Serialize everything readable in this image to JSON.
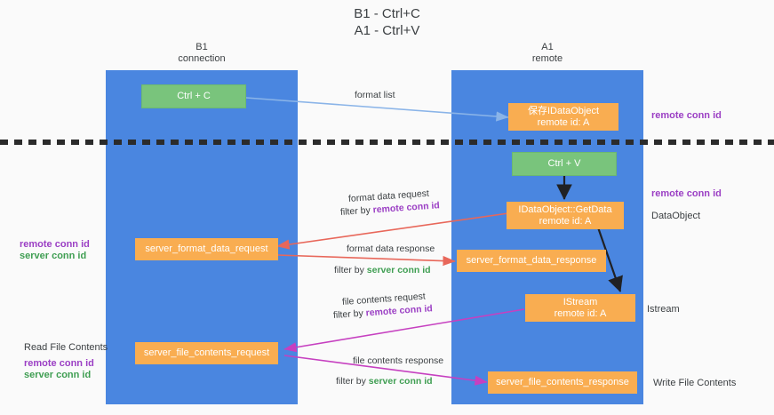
{
  "title": "B1 - Ctrl+C\nA1 - Ctrl+V",
  "lanes": [
    {
      "name": "b1",
      "header": "B1\nconnection"
    },
    {
      "name": "a1",
      "header": "A1\nremote"
    }
  ],
  "boxes": {
    "ctrl_c": "Ctrl + C",
    "ctrl_v": "Ctrl + V",
    "save_idataobject": "保存IDataObject\nremote id: A",
    "idataobject_getdata": "IDataObject::GetData\nremote id: A",
    "istream": "IStream\nremote id: A",
    "server_format_data_request": "server_format_data_request",
    "server_format_data_response": "server_format_data_response",
    "server_file_contents_request": "server_file_contents_request",
    "server_file_contents_response": "server_file_contents_response"
  },
  "captions": {
    "format_list": "format list",
    "format_data_request": "format data request",
    "format_data_request_filter_prefix": "filter by ",
    "format_data_request_filter_key": "remote conn id",
    "format_data_response": "format data response",
    "format_data_response_filter_prefix": "filter by ",
    "format_data_response_filter_key": "server conn id",
    "file_contents_request": "file contents request",
    "file_contents_request_filter_prefix": "filter by ",
    "file_contents_request_filter_key": "remote conn id",
    "file_contents_response": "file contents response",
    "file_contents_response_filter_prefix": "filter by ",
    "file_contents_response_filter_key": "server conn id"
  },
  "annotations": {
    "right_remote_conn_id_top": "remote conn id",
    "right_remote_conn_id_mid": "remote conn id",
    "right_dataobject": "DataObject",
    "right_istream": "Istream",
    "right_write_file_contents": "Write File Contents",
    "left_remote_conn_id_mid": "remote conn id",
    "left_server_conn_id_mid": "server conn id",
    "left_read_file_contents": "Read File Contents",
    "left_remote_conn_id_bottom": "remote conn id",
    "left_server_conn_id_bottom": "server conn id"
  },
  "colors": {
    "lane": "#4a86e0",
    "box_green": "#79c47c",
    "box_orange": "#f9ad51",
    "arrow_light_blue": "#8ab4e8",
    "arrow_red": "#e8675a",
    "arrow_magenta": "#c640c0",
    "arrow_black": "#202124",
    "key_purple": "#9b3fc4",
    "key_green": "#3f9e52",
    "background": "#fafafa"
  }
}
